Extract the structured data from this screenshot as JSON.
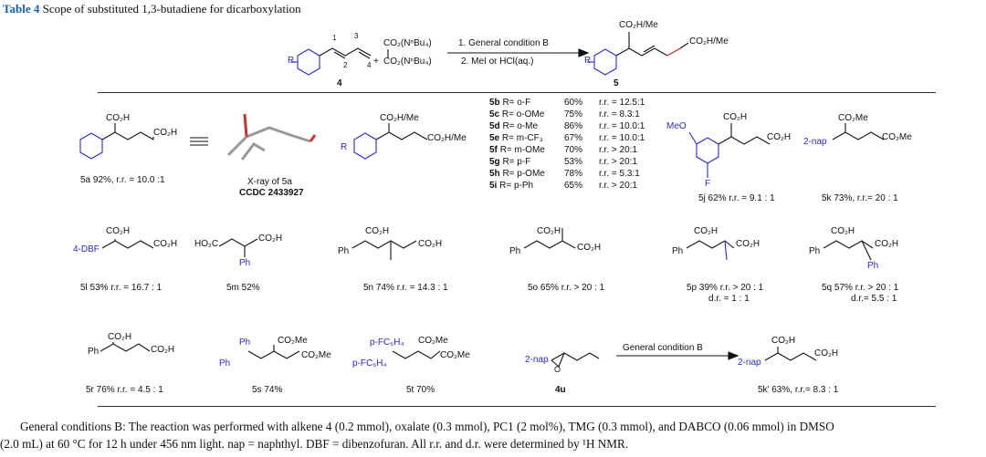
{
  "title": {
    "label": "Table 4",
    "text": "Scope of substituted 1,3-butadiene for dicarboxylation"
  },
  "scheme": {
    "reactant_label": "4",
    "product_label": "5",
    "R": "R",
    "positions": [
      "1",
      "2",
      "3",
      "4"
    ],
    "plus": "+",
    "oxalate": [
      "CO₂(NⁿBu₄)",
      "CO₂(NⁿBu₄)"
    ],
    "step1": "1. General condition B",
    "step2": "2. MeI or HCl(aq.)",
    "product_groups": [
      "CO₂H/Me",
      "CO₂H/Me"
    ]
  },
  "compounds": {
    "c5a": {
      "groups": [
        "CO₂H",
        "CO₂H"
      ],
      "caption": "5a 92%,  r.r. = 10.0 :1"
    },
    "equiv": "≡",
    "xray": {
      "line1": "X-ray of 5a",
      "line2": "CCDC 2433927"
    },
    "generic": {
      "R": "R",
      "groups": [
        "CO₂H/Me",
        "CO₂H/Me"
      ]
    },
    "list": [
      {
        "id": "5b",
        "r": "R= o-F",
        "yield": "60%",
        "rr": "r.r. = 12.5:1"
      },
      {
        "id": "5c",
        "r": "R= o-OMe",
        "yield": "75%",
        "rr": "r.r. = 8.3:1"
      },
      {
        "id": "5d",
        "r": "R= o-Me",
        "yield": "86%",
        "rr": "r.r. = 10.0:1"
      },
      {
        "id": "5e",
        "r": "R= m-CF₃",
        "yield": "67%",
        "rr": "r.r. = 10.0:1"
      },
      {
        "id": "5f",
        "r": "R= m-OMe",
        "yield": "70%",
        "rr": "r.r. >  20:1"
      },
      {
        "id": "5g",
        "r": "R= p-F",
        "yield": "53%",
        "rr": "r.r. >  20:1"
      },
      {
        "id": "5h",
        "r": "R= p-OMe",
        "yield": "78%",
        "rr": "r.r. =  5.3:1"
      },
      {
        "id": "5i",
        "r": "R= p-Ph",
        "yield": "65%",
        "rr": "r.r. >  20:1"
      }
    ],
    "c5j": {
      "groups": [
        "MeO",
        "CO₂H",
        "CO₂H",
        "F"
      ],
      "caption": "5j 62% r.r. = 9.1 : 1"
    },
    "c5k": {
      "groups": [
        "CO₂Me",
        "2-nap",
        "CO₂Me"
      ],
      "caption": "5k 73%, r.r.= 20 : 1"
    },
    "c5l": {
      "groups": [
        "CO₂H",
        "4-DBF",
        "CO₂H"
      ],
      "caption": "5l 53% r.r. = 16.7 : 1"
    },
    "c5m": {
      "groups": [
        "HO₂C",
        "CO₂H",
        "Ph"
      ],
      "caption": "5m 52%"
    },
    "c5n": {
      "groups": [
        "CO₂H",
        "Ph",
        "CO₂H"
      ],
      "caption": "5n 74% r.r. = 14.3 : 1"
    },
    "c5o": {
      "groups": [
        "CO₂H",
        "Ph",
        "CO₂H"
      ],
      "caption": "5o 65% r.r. > 20 : 1"
    },
    "c5p": {
      "groups": [
        "CO₂H",
        "Ph",
        "CO₂H"
      ],
      "caption": "5p 39% r.r. > 20 : 1",
      "dr": "d.r. = 1  : 1"
    },
    "c5q": {
      "groups": [
        "CO₂H",
        "Ph",
        "CO₂H",
        "Ph"
      ],
      "caption": "5q 57%   r.r. > 20 : 1",
      "dr": "d.r.= 5.5 : 1"
    },
    "c5r": {
      "groups": [
        "CO₂H",
        "Ph",
        "CO₂H"
      ],
      "caption": "5r 76% r.r. = 4.5 : 1"
    },
    "c5s": {
      "groups": [
        "Ph",
        "Ph",
        "CO₂Me",
        "CO₂Me"
      ],
      "caption": "5s 74%"
    },
    "c5t": {
      "groups": [
        "p-FC₆H₄",
        "p-FC₆H₄",
        "CO₂Me",
        "CO₂Me"
      ],
      "caption": "5t 70%"
    },
    "c4u": {
      "groups": [
        "2-nap",
        "O"
      ],
      "caption": "4u"
    },
    "arrow": "General condition B",
    "c5kp": {
      "groups": [
        "CO₂H",
        "2-nap",
        "CO₂H"
      ],
      "caption": "5k' 63%, r.r.= 8.3 : 1"
    }
  },
  "footnote": {
    "line1": "General conditions B: The reaction was performed with alkene 4 (0.2 mmol), oxalate (0.3 mmol), PC1 (2 mol%), TMG (0.3 mmol), and DABCO (0.06 mmol) in DMSO",
    "line2": "(2.0 mL) at 60 °C for 12 h under 456 nm light. nap = naphthyl. DBF = dibenzofuran. All r.r. and d.r. were determined by ¹H NMR."
  }
}
